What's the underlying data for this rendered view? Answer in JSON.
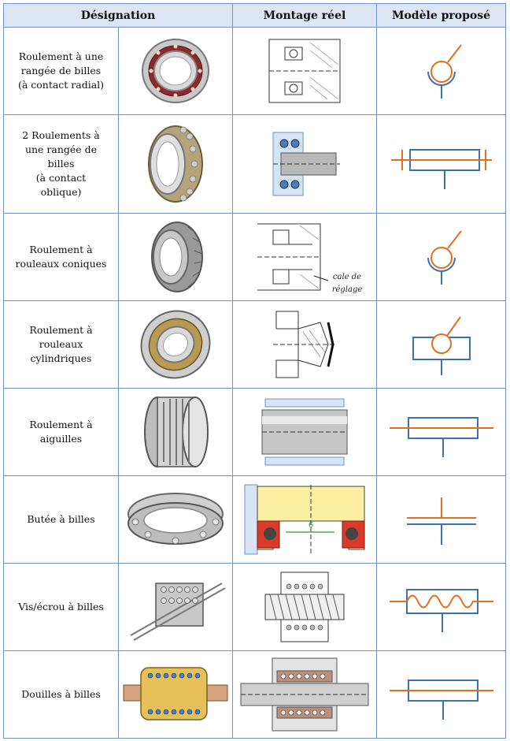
{
  "headers": {
    "designation": "Désignation",
    "montage": "Montage réel",
    "modele": "Modèle proposé"
  },
  "rows": [
    {
      "name": "Roulement à une\nrangée de billes\n(à contact radial)",
      "model_icon": "ball-joint-icon"
    },
    {
      "name": "2 Roulements à\nune rangée de\nbilles\n(à contact\noblique)",
      "model_icon": "pivot-icon"
    },
    {
      "name": "Roulement à\nrouleaux coniques",
      "model_icon": "ball-joint-icon",
      "montage_note_line1": "cale de",
      "montage_note_line2": "réglage"
    },
    {
      "name": "Roulement à\nrouleaux\ncylindriques",
      "model_icon": "annular-linear-icon"
    },
    {
      "name": "Roulement à\naiguilles",
      "model_icon": "pivot-slide-icon"
    },
    {
      "name": "Butée à billes",
      "model_icon": "planar-support-icon",
      "montage_dim": "6"
    },
    {
      "name": "Vis/écrou à billes",
      "model_icon": "helical-joint-icon"
    },
    {
      "name": "Douilles à billes",
      "model_icon": "pivot-slide-icon"
    }
  ],
  "colors": {
    "border": "#6f93c4",
    "header_bg": "#dce6f2",
    "symbol_blue": "#3f6fb5",
    "symbol_orange": "#e0701e"
  }
}
